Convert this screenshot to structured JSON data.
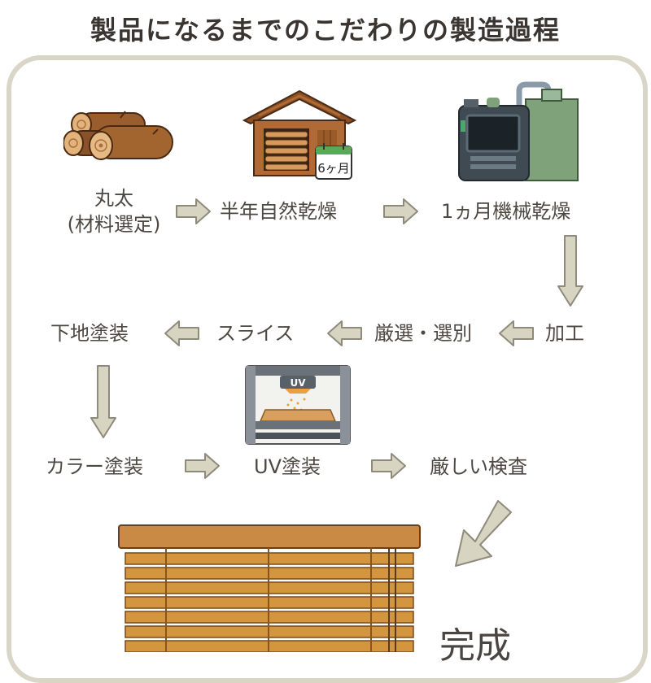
{
  "title": "製品になるまでのこだわりの製造過程",
  "steps": [
    {
      "label_line1": "丸太",
      "label_line2": "(材料選定)"
    },
    {
      "label": "半年自然乾燥"
    },
    {
      "label": "1ヵ月機械乾燥"
    },
    {
      "label": "加工"
    },
    {
      "label": "厳選・選別"
    },
    {
      "label": "スライス"
    },
    {
      "label": "下地塗装"
    },
    {
      "label": "カラー塗装"
    },
    {
      "label": "UV塗装"
    },
    {
      "label": "厳しい検査"
    }
  ],
  "calendar_text": "6ヶ月",
  "uv_lamp_text": "UV",
  "final_label": "完成",
  "colors": {
    "arrow_fill": "#d8d4c2",
    "arrow_stroke": "#8f8a7c",
    "frame": "#d9d6c8",
    "wood": "#c98a45",
    "machine_green": "#7fa27a",
    "machine_dark": "#3f4a52"
  },
  "icons": [
    "logs-icon",
    "drying-shed-icon",
    "drying-machine-icon",
    "uv-coating-machine-icon",
    "wooden-blind-icon"
  ]
}
